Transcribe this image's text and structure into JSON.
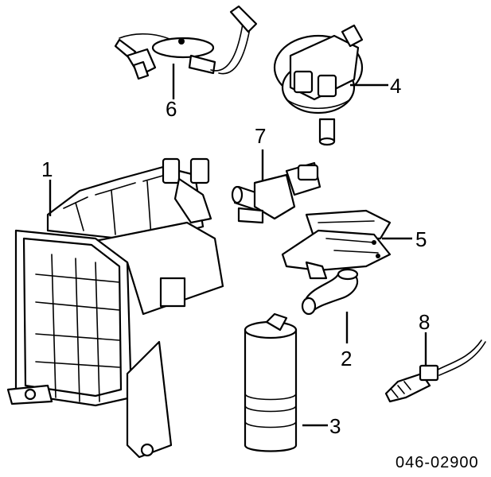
{
  "diagram": {
    "callouts": [
      {
        "id": "1",
        "label": "1"
      },
      {
        "id": "2",
        "label": "2"
      },
      {
        "id": "3",
        "label": "3"
      },
      {
        "id": "4",
        "label": "4"
      },
      {
        "id": "5",
        "label": "5"
      },
      {
        "id": "6",
        "label": "6"
      },
      {
        "id": "7",
        "label": "7"
      },
      {
        "id": "8",
        "label": "8"
      }
    ],
    "diagram_code": "046-02900"
  }
}
